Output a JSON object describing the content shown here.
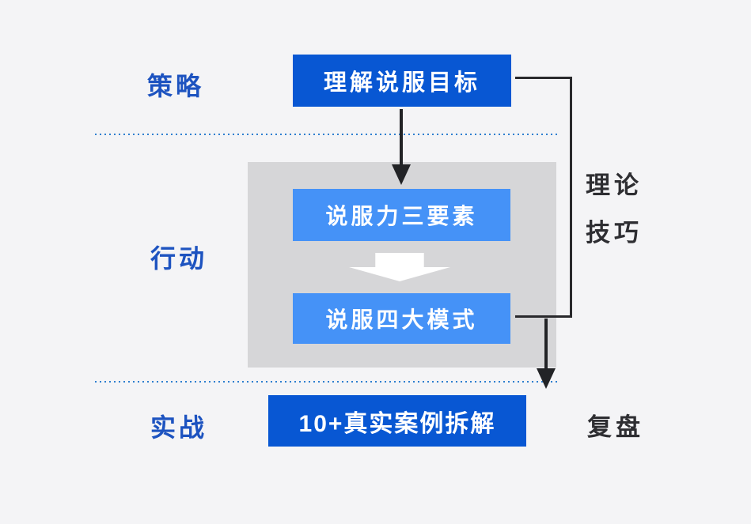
{
  "stages": {
    "strategy": "策略",
    "action": "行动",
    "practice": "实战"
  },
  "nodes": {
    "understand_goal": "理解说服目标",
    "three_elements": "说服力三要素",
    "four_modes": "说服四大模式",
    "real_cases": "10+真实案例拆解"
  },
  "annotations": {
    "theory": "理论",
    "technique": "技巧",
    "review": "复盘"
  },
  "colors": {
    "background": "#f4f4f6",
    "primary_blue": "#0857d3",
    "light_blue": "#4592f7",
    "container_gray": "#d6d6d8",
    "stage_label_blue": "#1d53c0",
    "annotation_dark": "#2e2e32",
    "dotted_line_blue": "#2e7fd0",
    "connector_black": "#222326"
  }
}
